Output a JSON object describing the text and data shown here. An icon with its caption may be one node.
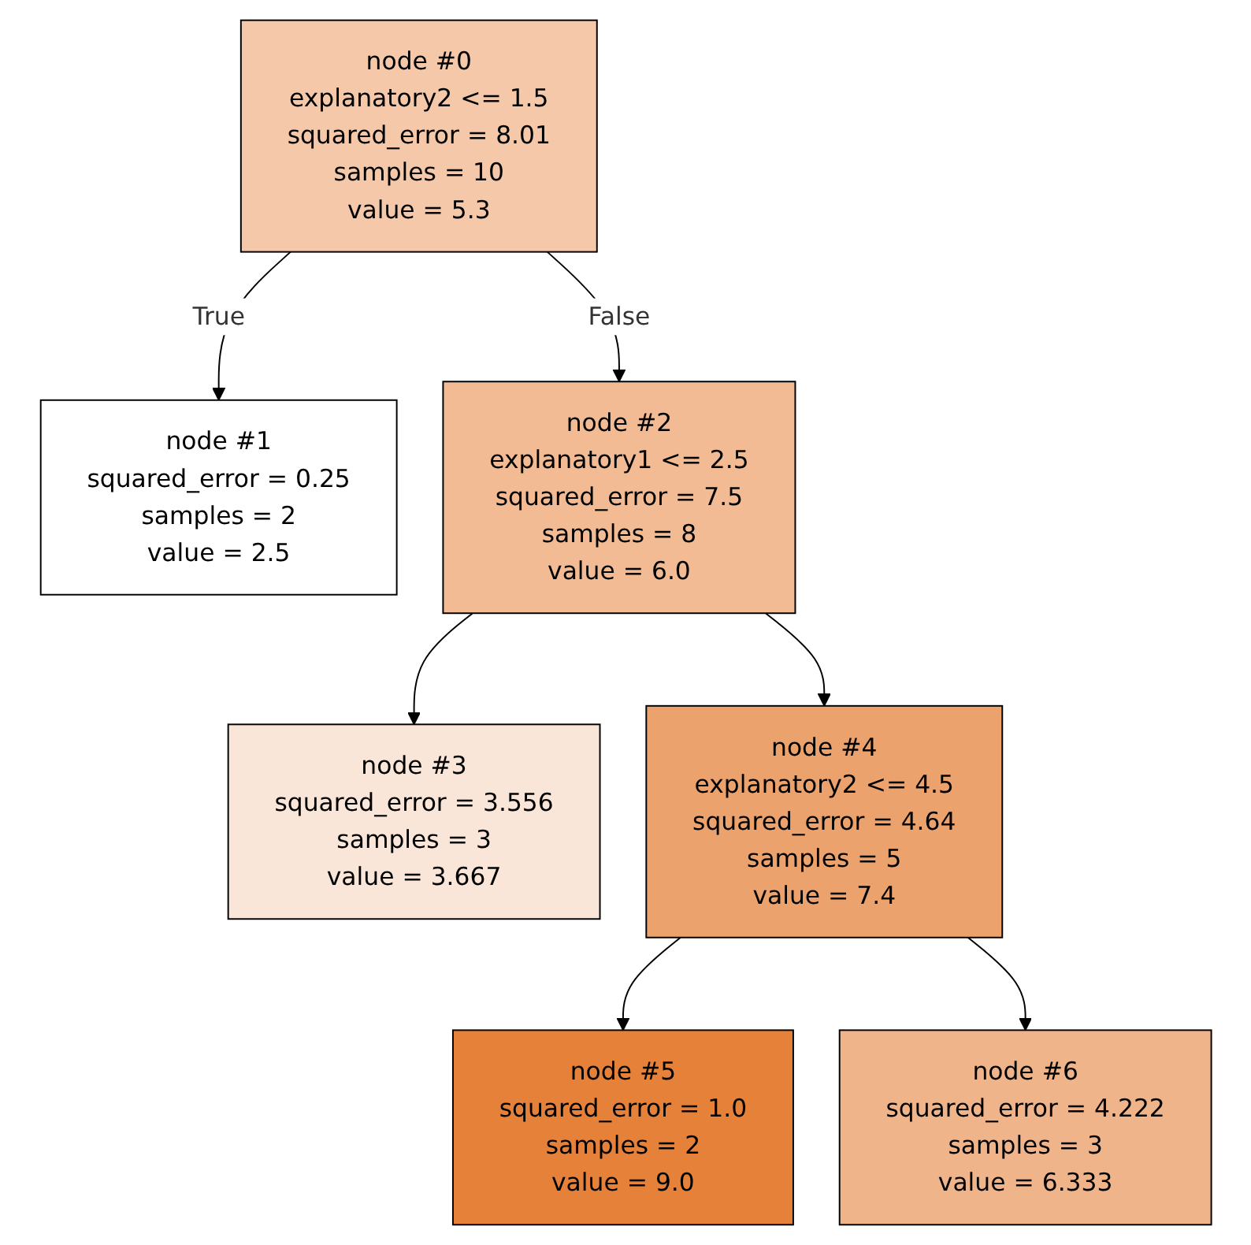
{
  "diagram": {
    "nodes": [
      {
        "text": [
          "node #0",
          "explanatory2 <= 1.5",
          "squared_error = 8.01",
          "samples = 10",
          "value = 5.3"
        ]
      },
      {
        "text": [
          "node #1",
          "squared_error = 0.25",
          "samples = 2",
          "value = 2.5"
        ]
      },
      {
        "text": [
          "node #2",
          "explanatory1 <= 2.5",
          "squared_error = 7.5",
          "samples = 8",
          "value = 6.0"
        ]
      },
      {
        "text": [
          "node #3",
          "squared_error = 3.556",
          "samples = 3",
          "value = 3.667"
        ]
      },
      {
        "text": [
          "node #4",
          "explanatory2 <= 4.5",
          "squared_error = 4.64",
          "samples = 5",
          "value = 7.4"
        ]
      },
      {
        "text": [
          "node #5",
          "squared_error = 1.0",
          "samples = 2",
          "value = 9.0"
        ]
      },
      {
        "text": [
          "node #6",
          "squared_error = 4.222",
          "samples = 3",
          "value = 6.333"
        ]
      }
    ],
    "edges": [
      {
        "from": 0,
        "to": 1,
        "arrow": "to",
        "label": "True"
      },
      {
        "from": 0,
        "to": 2,
        "arrow": "to",
        "label": "False"
      },
      {
        "from": 2,
        "to": 3,
        "arrow": "to"
      },
      {
        "from": 2,
        "to": 4,
        "arrow": "to"
      },
      {
        "from": 4,
        "to": 5,
        "arrow": "to"
      },
      {
        "from": 4,
        "to": 6,
        "arrow": "to"
      }
    ]
  }
}
